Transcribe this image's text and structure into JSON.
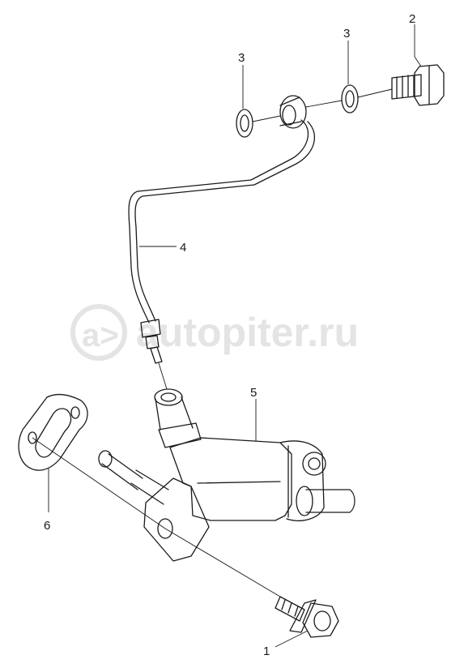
{
  "watermark": {
    "text": "autopiter.ru",
    "logo": "a>"
  },
  "callouts": [
    {
      "label": "3",
      "part": "washer-left"
    },
    {
      "label": "2",
      "part": "banjo-bolt"
    },
    {
      "label": "3",
      "part": "washer-right"
    },
    {
      "label": "4",
      "part": "fuel-pipe"
    },
    {
      "label": "5",
      "part": "fuel-pump"
    },
    {
      "label": "6",
      "part": "gasket"
    },
    {
      "label": "1",
      "part": "flange-bolt"
    }
  ]
}
